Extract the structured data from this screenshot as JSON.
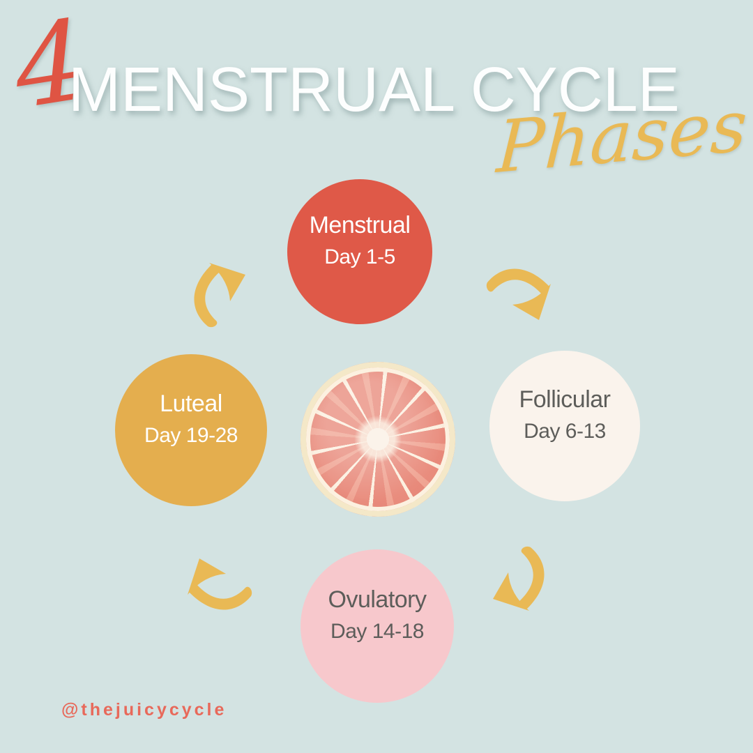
{
  "page": {
    "background_color": "#d3e3e2"
  },
  "header": {
    "number": "4",
    "number_color": "#df5443",
    "title": "MENSTRUAL CYCLE",
    "title_color": "#ffffff",
    "script_word": "Phases",
    "script_color": "#e9b955"
  },
  "phases": [
    {
      "label": "Menstrual",
      "days": "Day 1-5",
      "circle_color": "#df5948",
      "text_color": "#ffffff"
    },
    {
      "label": "Follicular",
      "days": "Day 6-13",
      "circle_color": "#faf3ec",
      "text_color": "#5d5d5a"
    },
    {
      "label": "Ovulatory",
      "days": "Day 14-18",
      "circle_color": "#f7c8cc",
      "text_color": "#5d5d5a"
    },
    {
      "label": "Luteal",
      "days": "Day 19-28",
      "circle_color": "#e4ae4e",
      "text_color": "#ffffff"
    }
  ],
  "center_image": {
    "name": "grapefruit-slice",
    "rind_color": "#f4e8c8",
    "flesh_color": "#e88a7b"
  },
  "arrows": {
    "color": "#e9b955",
    "count": 4,
    "direction": "clockwise"
  },
  "footer": {
    "handle": "@thejuicycycle",
    "color": "#e8695a"
  }
}
